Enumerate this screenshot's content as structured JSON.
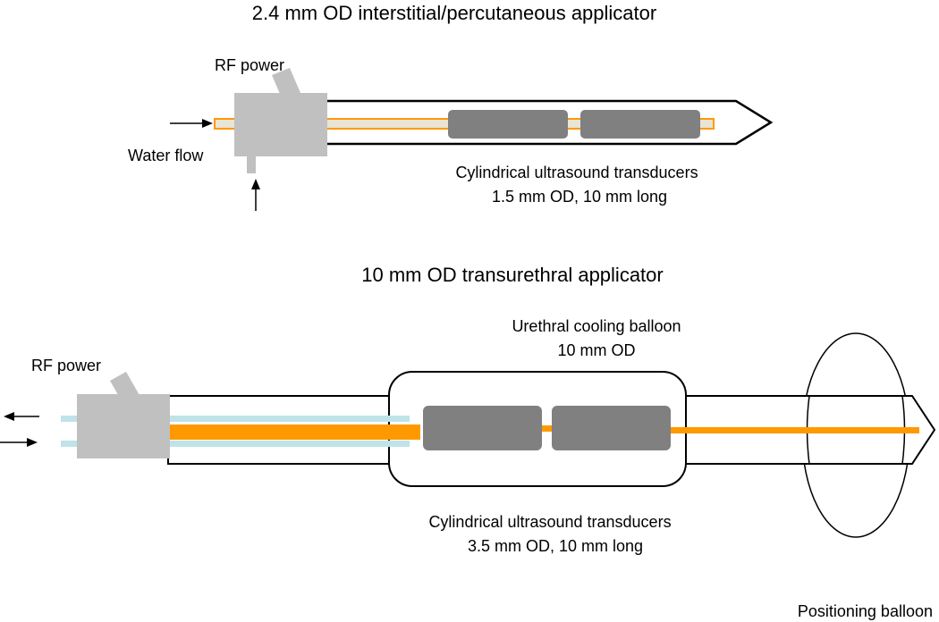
{
  "top_diagram": {
    "title": "2.4 mm OD interstitial/percutaneous applicator",
    "rf_power_label": "RF power",
    "water_flow_label": "Water flow",
    "transducers_label_line1": "Cylindrical ultrasound transducers",
    "transducers_label_line2": "1.5 mm OD, 10 mm long"
  },
  "bottom_diagram": {
    "title": "10 mm OD transurethral applicator",
    "rf_power_label": "RF power",
    "cooling_balloon_label_line1": "Urethral cooling balloon",
    "cooling_balloon_label_line2": "10 mm OD",
    "transducers_label_line1": "Cylindrical ultrasound transducers",
    "transducers_label_line2": "3.5 mm OD, 10 mm long",
    "positioning_balloon_label": "Positioning balloon"
  },
  "colors": {
    "housing_gray": "#c0c0c0",
    "transducer_gray": "#808080",
    "cable_orange": "#ff9900",
    "water_tube_blue": "#bfe3e8",
    "outline": "#000000"
  }
}
